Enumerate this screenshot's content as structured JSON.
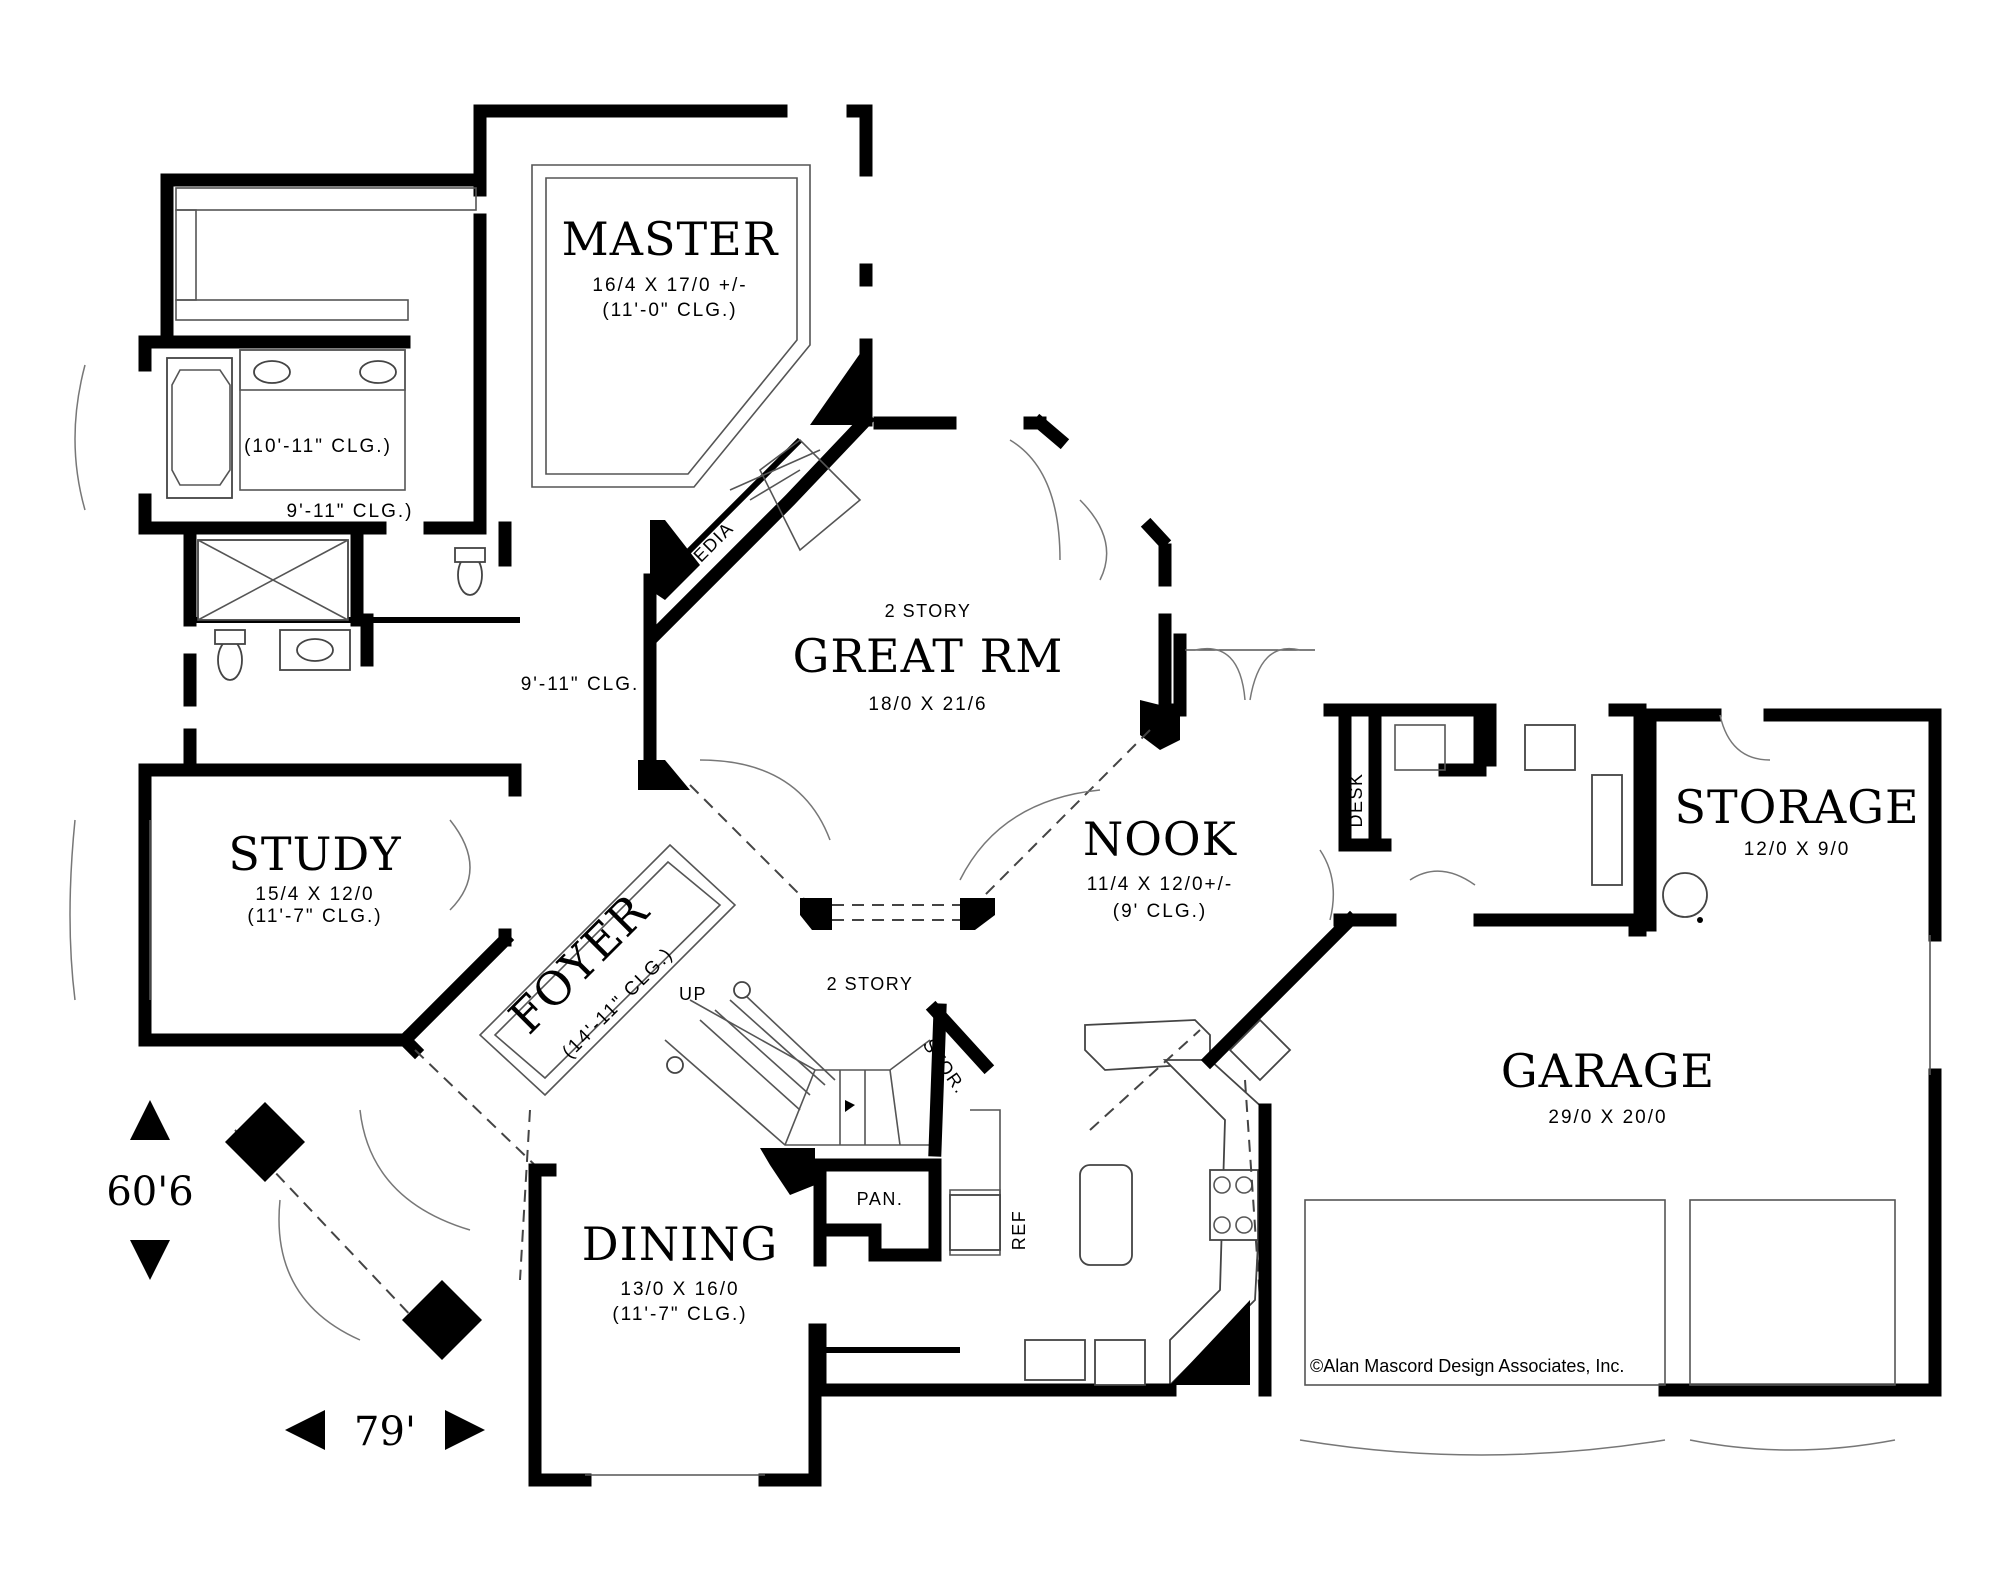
{
  "rooms": {
    "master": {
      "name": "MASTER",
      "dims": "16/4 X 17/0 +/-",
      "ceiling": "(11'-0\" CLG.)"
    },
    "great_rm": {
      "note": "2 STORY",
      "name": "GREAT RM",
      "dims": "18/0 X 21/6"
    },
    "study": {
      "name": "STUDY",
      "dims": "15/4 X 12/0",
      "ceiling": "(11'-7\" CLG.)"
    },
    "foyer": {
      "name": "FOYER",
      "ceiling": "(14'-11\" CLG.)"
    },
    "nook": {
      "name": "NOOK",
      "dims": "11/4 X 12/0+/-",
      "ceiling": "(9' CLG.)"
    },
    "storage": {
      "name": "STORAGE",
      "dims": "12/0 X 9/0"
    },
    "garage": {
      "name": "GARAGE",
      "dims": "29/0 X 20/0"
    },
    "dining": {
      "name": "DINING",
      "dims": "13/0 X 16/0",
      "ceiling": "(11'-7\" CLG.)"
    }
  },
  "labels": {
    "bath_ceiling": "(10'-11\" CLG.)",
    "bath_ceiling_2": "9'-11\" CLG.)",
    "hall_ceiling": "9'-11\" CLG.",
    "media": "MEDIA",
    "desk": "DESK",
    "stair_story": "2 STORY",
    "up": "UP",
    "stor": "STOR.",
    "pan": "PAN.",
    "ref": "REF"
  },
  "overall": {
    "depth": "60'6",
    "width": "79'"
  },
  "credit": "©Alan Mascord Design Associates, Inc."
}
